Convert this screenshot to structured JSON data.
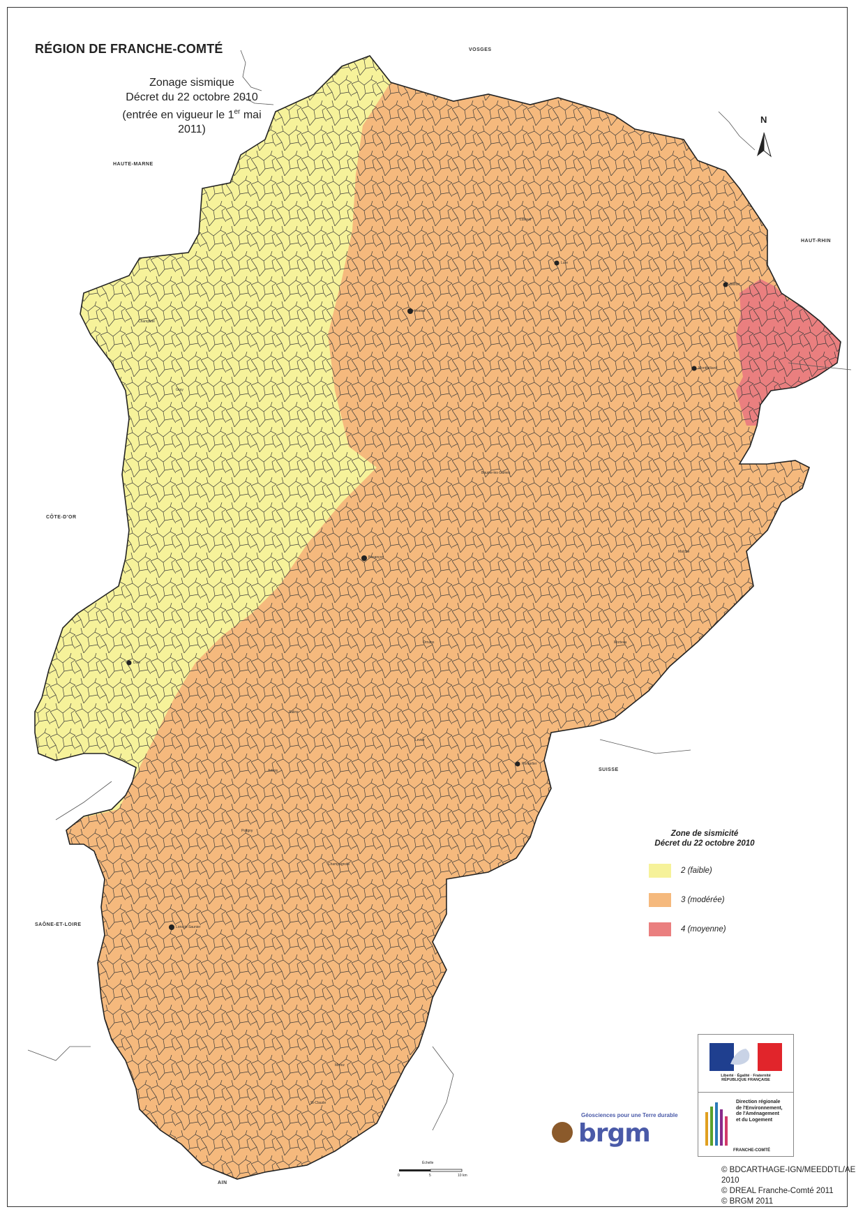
{
  "title": "RÉGION DE FRANCHE-COMTÉ",
  "subtitle": {
    "line1": "Zonage sismique",
    "line2": "Décret du 22 octobre 2010",
    "line3_pre": "(entrée en vigueur le 1",
    "line3_sup": "er",
    "line3_post": " mai 2011)"
  },
  "neighbors": {
    "vosges": "VOSGES",
    "haute_marne": "HAUTE-MARNE",
    "haut_rhin": "HAUT-RHIN",
    "cote_dor": "CÔTE-D'OR",
    "suisse": "SUISSE",
    "saone_et_loire": "SAÔNE-ET-LOIRE",
    "ain": "AIN"
  },
  "north_label": "N",
  "cities": {
    "besancon": "Besançon",
    "vesoul": "Vesoul",
    "lure": "Lure",
    "belfort": "Belfort",
    "montbeliard": "Montbéliard",
    "dole": "Dole",
    "pontarlier": "Pontarlier",
    "lons": "Lons-le-Saunier",
    "saint_claude": "St-Claude",
    "champlitte": "Champlitte",
    "gray": "Gray",
    "morteau": "Morteau",
    "ornans": "Ornans",
    "baume": "Baume-les-Dames",
    "luxeuil": "Luxeuil",
    "arbois": "Arbois",
    "poligny": "Poligny",
    "champagnole": "Champagnole",
    "morez": "Morez",
    "salins": "Salins",
    "levier": "Levier",
    "maiche": "Maîche"
  },
  "legend": {
    "title_line1": "Zone de sismicité",
    "title_line2": "Décret du 22 octobre 2010",
    "items": [
      {
        "label": "2 (faible)",
        "color": "#f6f29a"
      },
      {
        "label": "3 (modérée)",
        "color": "#f5b97d"
      },
      {
        "label": "4 (moyenne)",
        "color": "#ea7f7f"
      }
    ]
  },
  "logos": {
    "republique": "RÉPUBLIQUE FRANÇAISE",
    "devise": "Liberté · Égalité · Fraternité",
    "dreal_lines": [
      "Direction régionale",
      "de l'Environnement,",
      "de l'Aménagement",
      "et du Logement"
    ],
    "dreal_region": "FRANCHE-COMTÉ",
    "brgm_tagline": "Géosciences pour une Terre durable",
    "brgm_word": "brgm"
  },
  "scale": {
    "label": "Échelle",
    "ticks": [
      "0",
      "5",
      "10 km"
    ]
  },
  "credits": [
    "© BDCARTHAGE-IGN/MEEDDTL/AE 2010",
    "© DREAL Franche-Comté 2011",
    "© BRGM 2011"
  ],
  "colors": {
    "zone2": "#f6f29a",
    "zone3": "#f5b97d",
    "zone4": "#ea7f7f",
    "border": "#3a3a3a"
  }
}
